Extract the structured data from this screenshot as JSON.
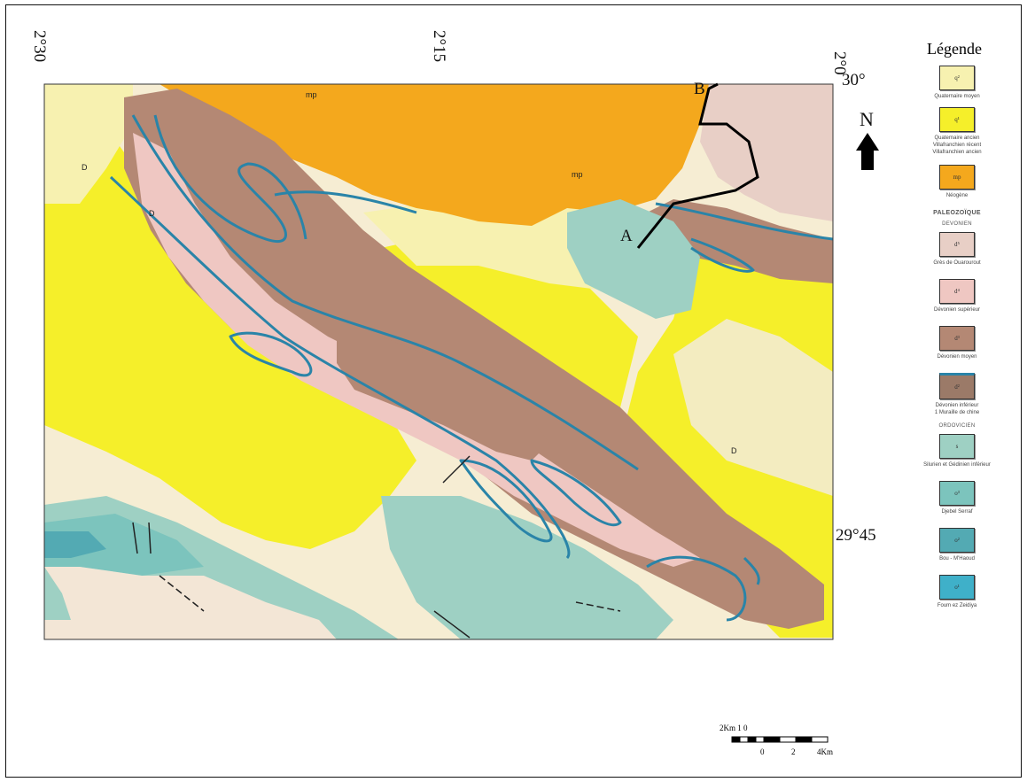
{
  "coords": {
    "top_left": "2°30",
    "top_mid": "2°15",
    "top_right_vertical": "2°0",
    "top_right": "30°",
    "right_mid": "29°45"
  },
  "section": {
    "a": "A",
    "b": "B"
  },
  "north": "N",
  "scale": {
    "top": "2Km 1   0",
    "zero": "0",
    "two": "2",
    "four": "4Km"
  },
  "map_labels": {
    "mp1": "mp",
    "mp2": "mp",
    "d": "D",
    "d2": "D",
    "d3": "D"
  },
  "legend": {
    "title": "Légende",
    "q2": {
      "code": "q²",
      "label": "Quaternaire moyen"
    },
    "q1": {
      "code": "q¹",
      "label": "Quaternaire ancien"
    },
    "q1b": "Villafranchien récent",
    "q1c": "Villafranchien ancien",
    "mp": {
      "code": "mp",
      "label": "Néogène"
    },
    "paleo": "PALEOZOÏQUE",
    "devonien": "DEVONIEN",
    "d5": {
      "code": "d⁵",
      "label": "Grès de Ouarourout"
    },
    "d4": {
      "code": "d⁴",
      "label": "Dévonien supérieur"
    },
    "d3": {
      "code": "d³",
      "label": "Dévonien moyen"
    },
    "d2": {
      "code": "d²",
      "label": "Dévonien inférieur"
    },
    "d2b": "1 Muraille de chine",
    "ordovicien": "ORDOVICIEN",
    "s": {
      "code": "s",
      "label": "Silurien et Gédinien inférieur"
    },
    "o3": {
      "code": "o³",
      "label": "Djebel Serraf"
    },
    "o2": {
      "code": "o²",
      "label": "Bou - M'Haoud"
    },
    "o1": {
      "code": "o¹",
      "label": "Foum ez Zeidiya"
    }
  },
  "colors": {
    "q2": "#f7f1b0",
    "q1": "#f5ef2a",
    "mp": "#f4a81d",
    "d5": "#e8cfc6",
    "d4": "#efc7c2",
    "d3": "#b48874",
    "d2": "#9b7a68",
    "fold_line": "#2a84a8",
    "s": "#9ed0c3",
    "o3": "#7cc4bd",
    "o2": "#53aab3",
    "o1": "#3fb0c9",
    "alluvium": "#f3e6d6",
    "base": "#f6edd3",
    "dark": "#8b7d66"
  }
}
